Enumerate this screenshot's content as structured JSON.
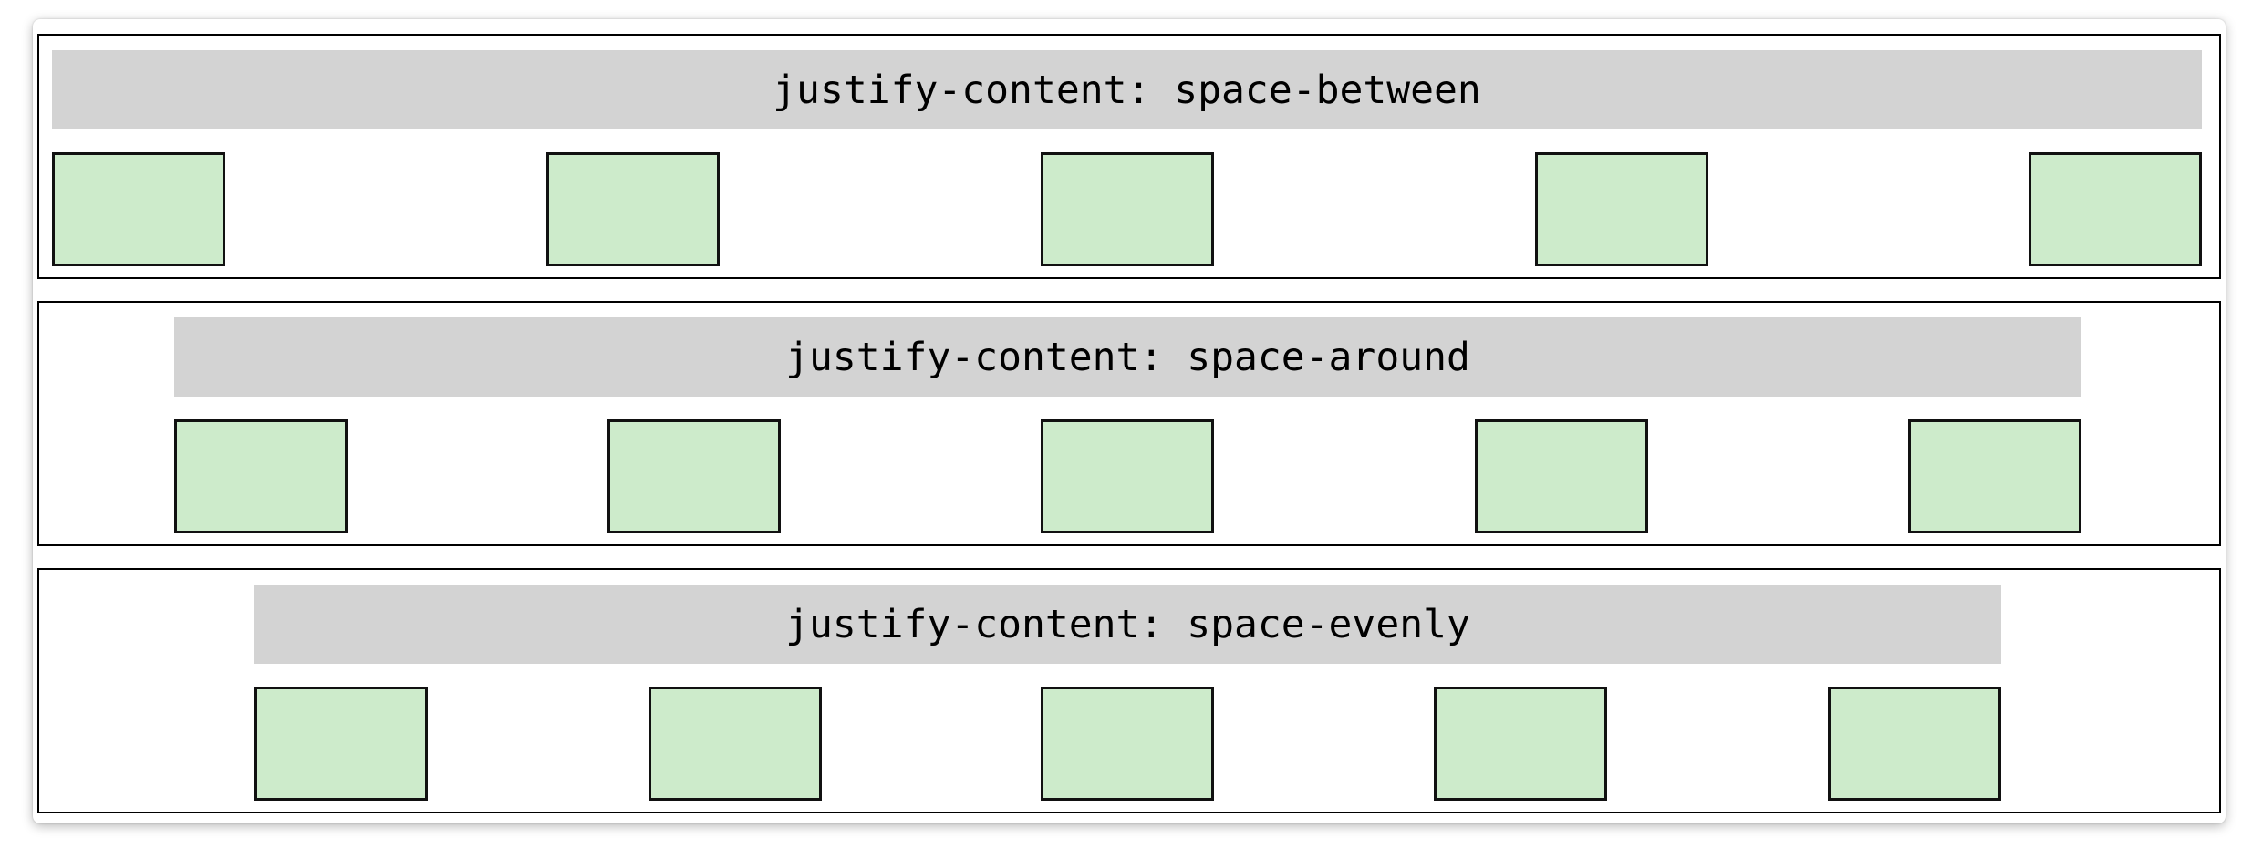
{
  "panels": [
    {
      "label": "justify-content: space-between"
    },
    {
      "label": "justify-content: space-around"
    },
    {
      "label": "justify-content: space-evenly"
    }
  ],
  "colors": {
    "title_bar": "#d3d3d3",
    "box_fill": "#cdebcb",
    "border": "#000000"
  },
  "items_per_row": 5
}
